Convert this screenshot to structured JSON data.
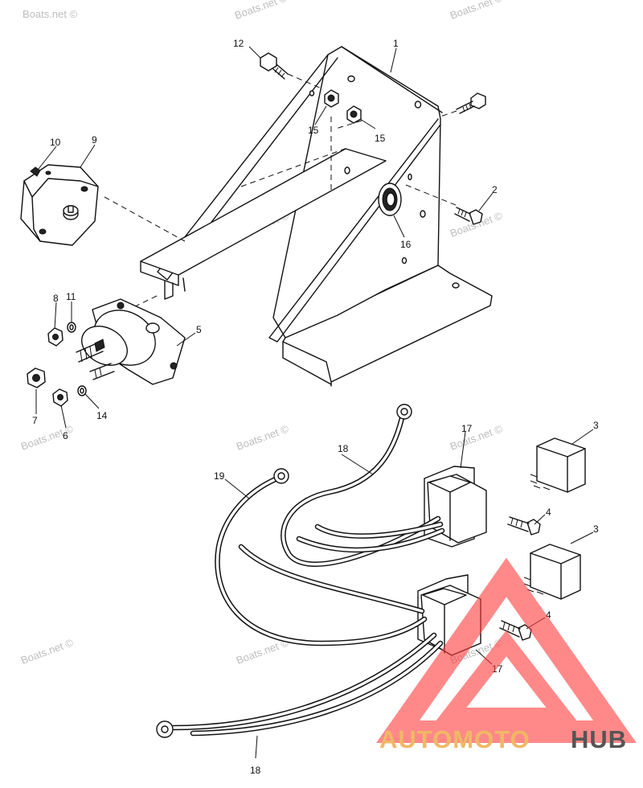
{
  "watermark": "Boats.net ©",
  "callouts": {
    "c1": "1",
    "c2": "2",
    "c3a": "3",
    "c3b": "3",
    "c4a": "4",
    "c4b": "4",
    "c5": "5",
    "c6": "6",
    "c7": "7",
    "c8": "8",
    "c9": "9",
    "c10": "10",
    "c11": "11",
    "c12": "12",
    "c14": "14",
    "c15a": "15",
    "c15b": "15",
    "c16": "16",
    "c17a": "17",
    "c17b": "17",
    "c18a": "18",
    "c18b": "18",
    "c19": "19"
  },
  "logo": {
    "part1": "AUTOMOTO",
    "part2": "HUB",
    "color1": "#f0b866",
    "color2": "#555555",
    "triangle_color": "#ff3b3b"
  },
  "colors": {
    "line": "#111111",
    "background": "#ffffff",
    "watermark": "#bdbdbd"
  }
}
